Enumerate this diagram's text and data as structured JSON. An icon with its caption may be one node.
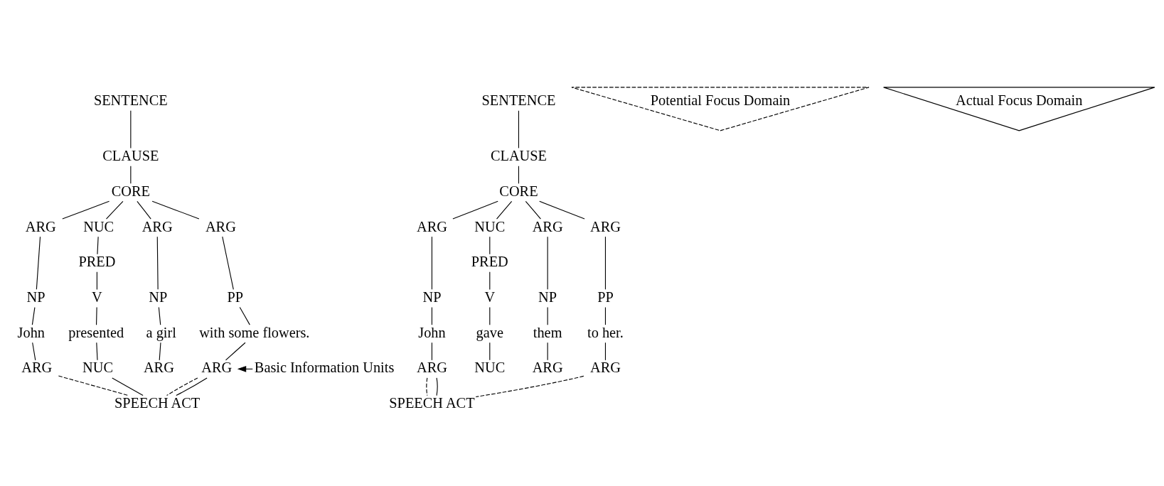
{
  "diagram": {
    "nodes": [
      {
        "text": [
          "SENTENCE"
        ]
      },
      {
        "text": [
          "CLAUSE"
        ]
      },
      {
        "text": [
          "CORE"
        ]
      },
      {
        "text": [
          "ARG"
        ]
      },
      {
        "text": [
          "NUC"
        ]
      },
      {
        "text": [
          "ARG"
        ]
      },
      {
        "text": [
          "ARG"
        ]
      },
      {
        "text": [
          "PRED"
        ]
      },
      {
        "text": [
          "NP"
        ]
      },
      {
        "text": [
          "V"
        ]
      },
      {
        "text": [
          "NP"
        ]
      },
      {
        "text": [
          "PP"
        ]
      },
      {
        "text": [
          "John"
        ]
      },
      {
        "text": [
          "presented"
        ]
      },
      {
        "text": [
          "a girl"
        ]
      },
      {
        "text": [
          "with some flowers."
        ]
      },
      {
        "text": [
          "ARG"
        ]
      },
      {
        "text": [
          "NUC"
        ]
      },
      {
        "text": [
          "ARG"
        ]
      },
      {
        "text": [
          "ARG"
        ]
      },
      {
        "text": [
          "Basic Information Units"
        ]
      },
      {
        "text": [
          "SPEECH ACT"
        ]
      },
      {
        "text": [
          "SENTENCE"
        ]
      },
      {
        "text": [
          "CLAUSE"
        ]
      },
      {
        "text": [
          "CORE"
        ]
      },
      {
        "text": [
          "ARG"
        ]
      },
      {
        "text": [
          "NUC"
        ]
      },
      {
        "text": [
          "ARG"
        ]
      },
      {
        "text": [
          "ARG"
        ]
      },
      {
        "text": [
          "PRED"
        ]
      },
      {
        "text": [
          "NP"
        ]
      },
      {
        "text": [
          "V"
        ]
      },
      {
        "text": [
          "NP"
        ]
      },
      {
        "text": [
          "PP"
        ]
      },
      {
        "text": [
          "John"
        ]
      },
      {
        "text": [
          "gave"
        ]
      },
      {
        "text": [
          "them"
        ]
      },
      {
        "text": [
          "to her."
        ]
      },
      {
        "text": [
          "ARG"
        ]
      },
      {
        "text": [
          "NUC"
        ]
      },
      {
        "text": [
          "ARG"
        ]
      },
      {
        "text": [
          "ARG"
        ]
      },
      {
        "text": [
          "SPEECH ACT"
        ]
      }
    ],
    "edges": [
      {
        "from": 0,
        "to": 1,
        "arrow": "none"
      },
      {
        "from": 1,
        "to": 2,
        "arrow": "none"
      },
      {
        "from": 2,
        "to": 3,
        "arrow": "none"
      },
      {
        "from": 2,
        "to": 4,
        "arrow": "none"
      },
      {
        "from": 2,
        "to": 5,
        "arrow": "none"
      },
      {
        "from": 2,
        "to": 6,
        "arrow": "none"
      },
      {
        "from": 4,
        "to": 7,
        "arrow": "none"
      },
      {
        "from": 3,
        "to": 8,
        "arrow": "none"
      },
      {
        "from": 7,
        "to": 9,
        "arrow": "none"
      },
      {
        "from": 5,
        "to": 10,
        "arrow": "none"
      },
      {
        "from": 6,
        "to": 11,
        "arrow": "none"
      },
      {
        "from": 8,
        "to": 12,
        "arrow": "none"
      },
      {
        "from": 9,
        "to": 13,
        "arrow": "none"
      },
      {
        "from": 10,
        "to": 14,
        "arrow": "none"
      },
      {
        "from": 11,
        "to": 15,
        "arrow": "none"
      },
      {
        "from": 12,
        "to": 16,
        "arrow": "none"
      },
      {
        "from": 13,
        "to": 17,
        "arrow": "none"
      },
      {
        "from": 14,
        "to": 18,
        "arrow": "none"
      },
      {
        "from": 15,
        "to": 19,
        "arrow": "none"
      },
      {
        "from": 20,
        "to": 19,
        "arrow": "to"
      },
      {
        "from": 16,
        "to": 21,
        "arrow": "none",
        "style": "dashed"
      },
      {
        "from": 19,
        "to": 21,
        "arrow": "none",
        "style": "dashed"
      },
      {
        "from": 17,
        "to": 21,
        "arrow": "none"
      },
      {
        "from": 19,
        "to": 21,
        "arrow": "none"
      },
      {
        "from": 22,
        "to": 23,
        "arrow": "none"
      },
      {
        "from": 23,
        "to": 24,
        "arrow": "none"
      },
      {
        "from": 24,
        "to": 25,
        "arrow": "none"
      },
      {
        "from": 24,
        "to": 26,
        "arrow": "none"
      },
      {
        "from": 24,
        "to": 27,
        "arrow": "none"
      },
      {
        "from": 24,
        "to": 28,
        "arrow": "none"
      },
      {
        "from": 26,
        "to": 29,
        "arrow": "none"
      },
      {
        "from": 25,
        "to": 30,
        "arrow": "none"
      },
      {
        "from": 29,
        "to": 31,
        "arrow": "none"
      },
      {
        "from": 27,
        "to": 32,
        "arrow": "none"
      },
      {
        "from": 28,
        "to": 33,
        "arrow": "none"
      },
      {
        "from": 30,
        "to": 34,
        "arrow": "none"
      },
      {
        "from": 31,
        "to": 35,
        "arrow": "none"
      },
      {
        "from": 32,
        "to": 36,
        "arrow": "none"
      },
      {
        "from": 33,
        "to": 37,
        "arrow": "none"
      },
      {
        "from": 34,
        "to": 38,
        "arrow": "none"
      },
      {
        "from": 35,
        "to": 39,
        "arrow": "none"
      },
      {
        "from": 36,
        "to": 40,
        "arrow": "none"
      },
      {
        "from": 37,
        "to": 41,
        "arrow": "none"
      },
      {
        "from": 38,
        "to": 42,
        "arrow": "none",
        "style": "dashed"
      },
      {
        "from": 41,
        "to": 42,
        "arrow": "none",
        "style": "dashed"
      },
      {
        "from": 38,
        "to": 42,
        "arrow": "none"
      }
    ],
    "legend": [
      {
        "text": "Potential Focus Domain"
      },
      {
        "text": "Actual Focus Domain"
      }
    ]
  }
}
